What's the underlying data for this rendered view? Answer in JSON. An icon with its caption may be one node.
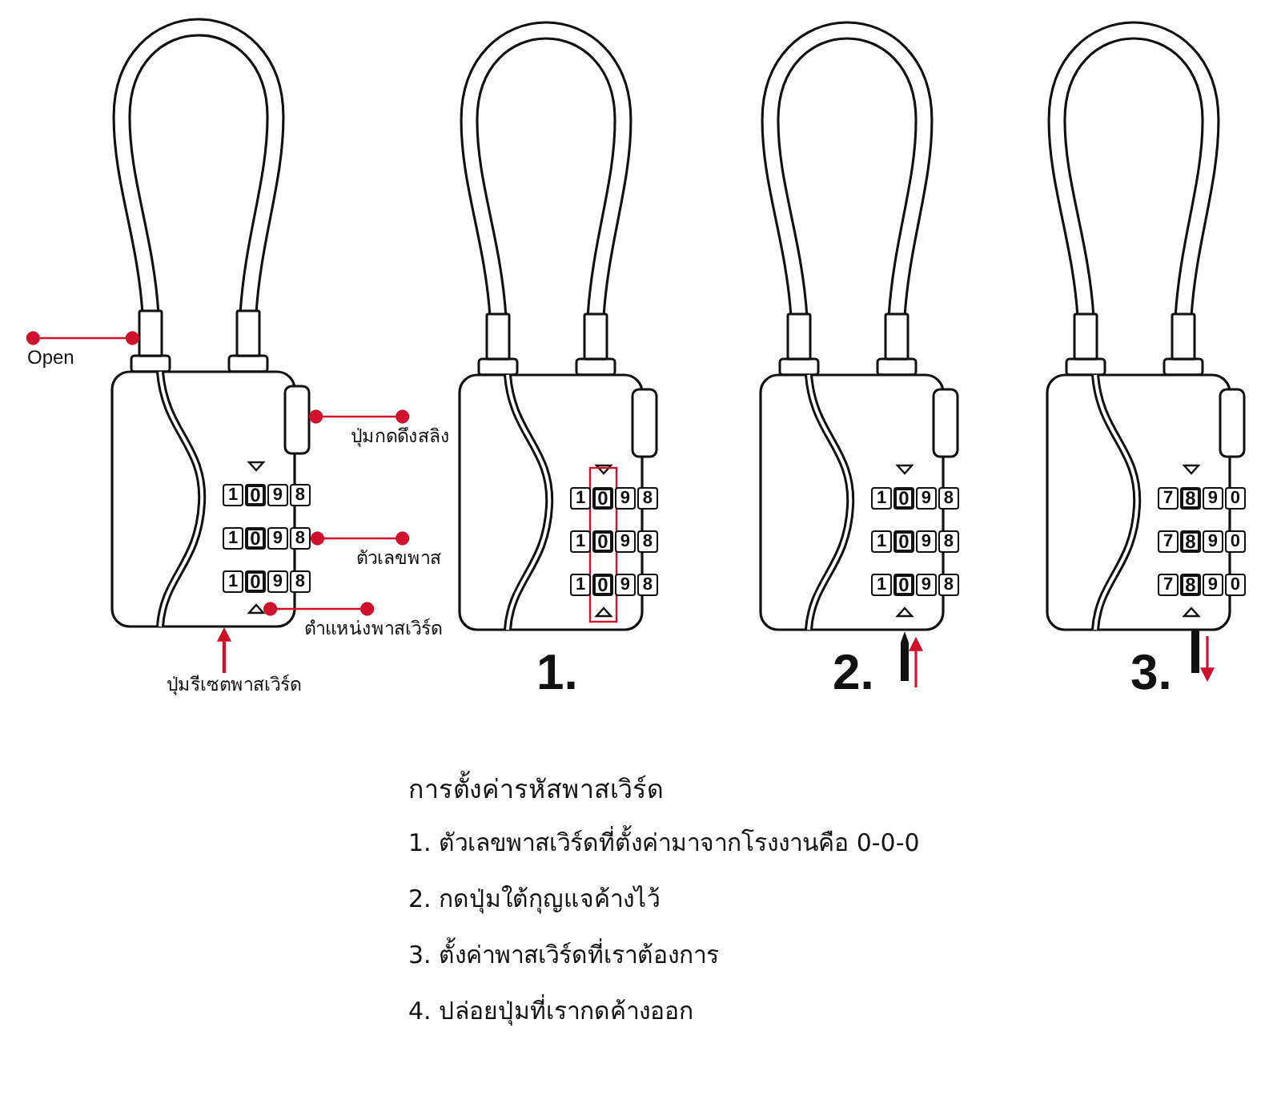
{
  "diagram": {
    "title": "การตั้งค่ารหัสพาสเวิร์ด",
    "nodes": [
      {
        "text": [
          "Open"
        ]
      },
      {
        "text": [],
        "shape": "box"
      },
      {
        "text": [
          "ปุ่มกดดึงสลิง"
        ]
      },
      {
        "text": [],
        "shape": "box"
      },
      {
        "text": [
          "1 0 9 8"
        ]
      },
      {
        "text": [
          "1 0 9 8"
        ]
      },
      {
        "text": [
          "1 0 9 8"
        ]
      },
      {
        "text": [
          "ตัวเลขพาส"
        ]
      },
      {
        "text": [],
        "shape": "triangle"
      },
      {
        "text": [
          "ตำแหน่งพาสเวิร์ด"
        ]
      },
      {
        "text": [
          "ปุ่มรีเซตพาสเวิร์ด"
        ]
      },
      {
        "text": [
          "1 0 9 8"
        ]
      },
      {
        "text": [
          "1 0 9 8"
        ]
      },
      {
        "text": [
          "1 0 9 8"
        ]
      },
      {
        "text": [
          "1 0 9 8"
        ]
      },
      {
        "text": [
          "1 0 9 8"
        ]
      },
      {
        "text": [
          "1 0 9 8"
        ]
      },
      {
        "text": [
          "7 8 9 0"
        ]
      },
      {
        "text": [
          "7 8 9 0"
        ]
      },
      {
        "text": [
          "7 8 9 0"
        ]
      }
    ],
    "edges": [
      {
        "from": 0,
        "to": 1,
        "arrow": "other"
      },
      {
        "from": 2,
        "to": 3,
        "arrow": "other"
      },
      {
        "from": 7,
        "to": 5,
        "arrow": "other"
      },
      {
        "from": 9,
        "to": 8,
        "arrow": "other"
      },
      {
        "from": 10,
        "to": null,
        "arrow": "to"
      }
    ],
    "labels": [
      "1.",
      "2.",
      "3.",
      "1. ตัวเลขพาสเวิร์ดที่ตั้งค่ามาจากโรงงานคือ 0-0-0",
      "2. กดปุ่มใต้กุญแจค้างไว้",
      "3. ตั้งค่าพาสเวิร์ดที่เราต้องการ",
      "4. ปล่อยปุ่มที่เรากดค้างออก"
    ]
  }
}
